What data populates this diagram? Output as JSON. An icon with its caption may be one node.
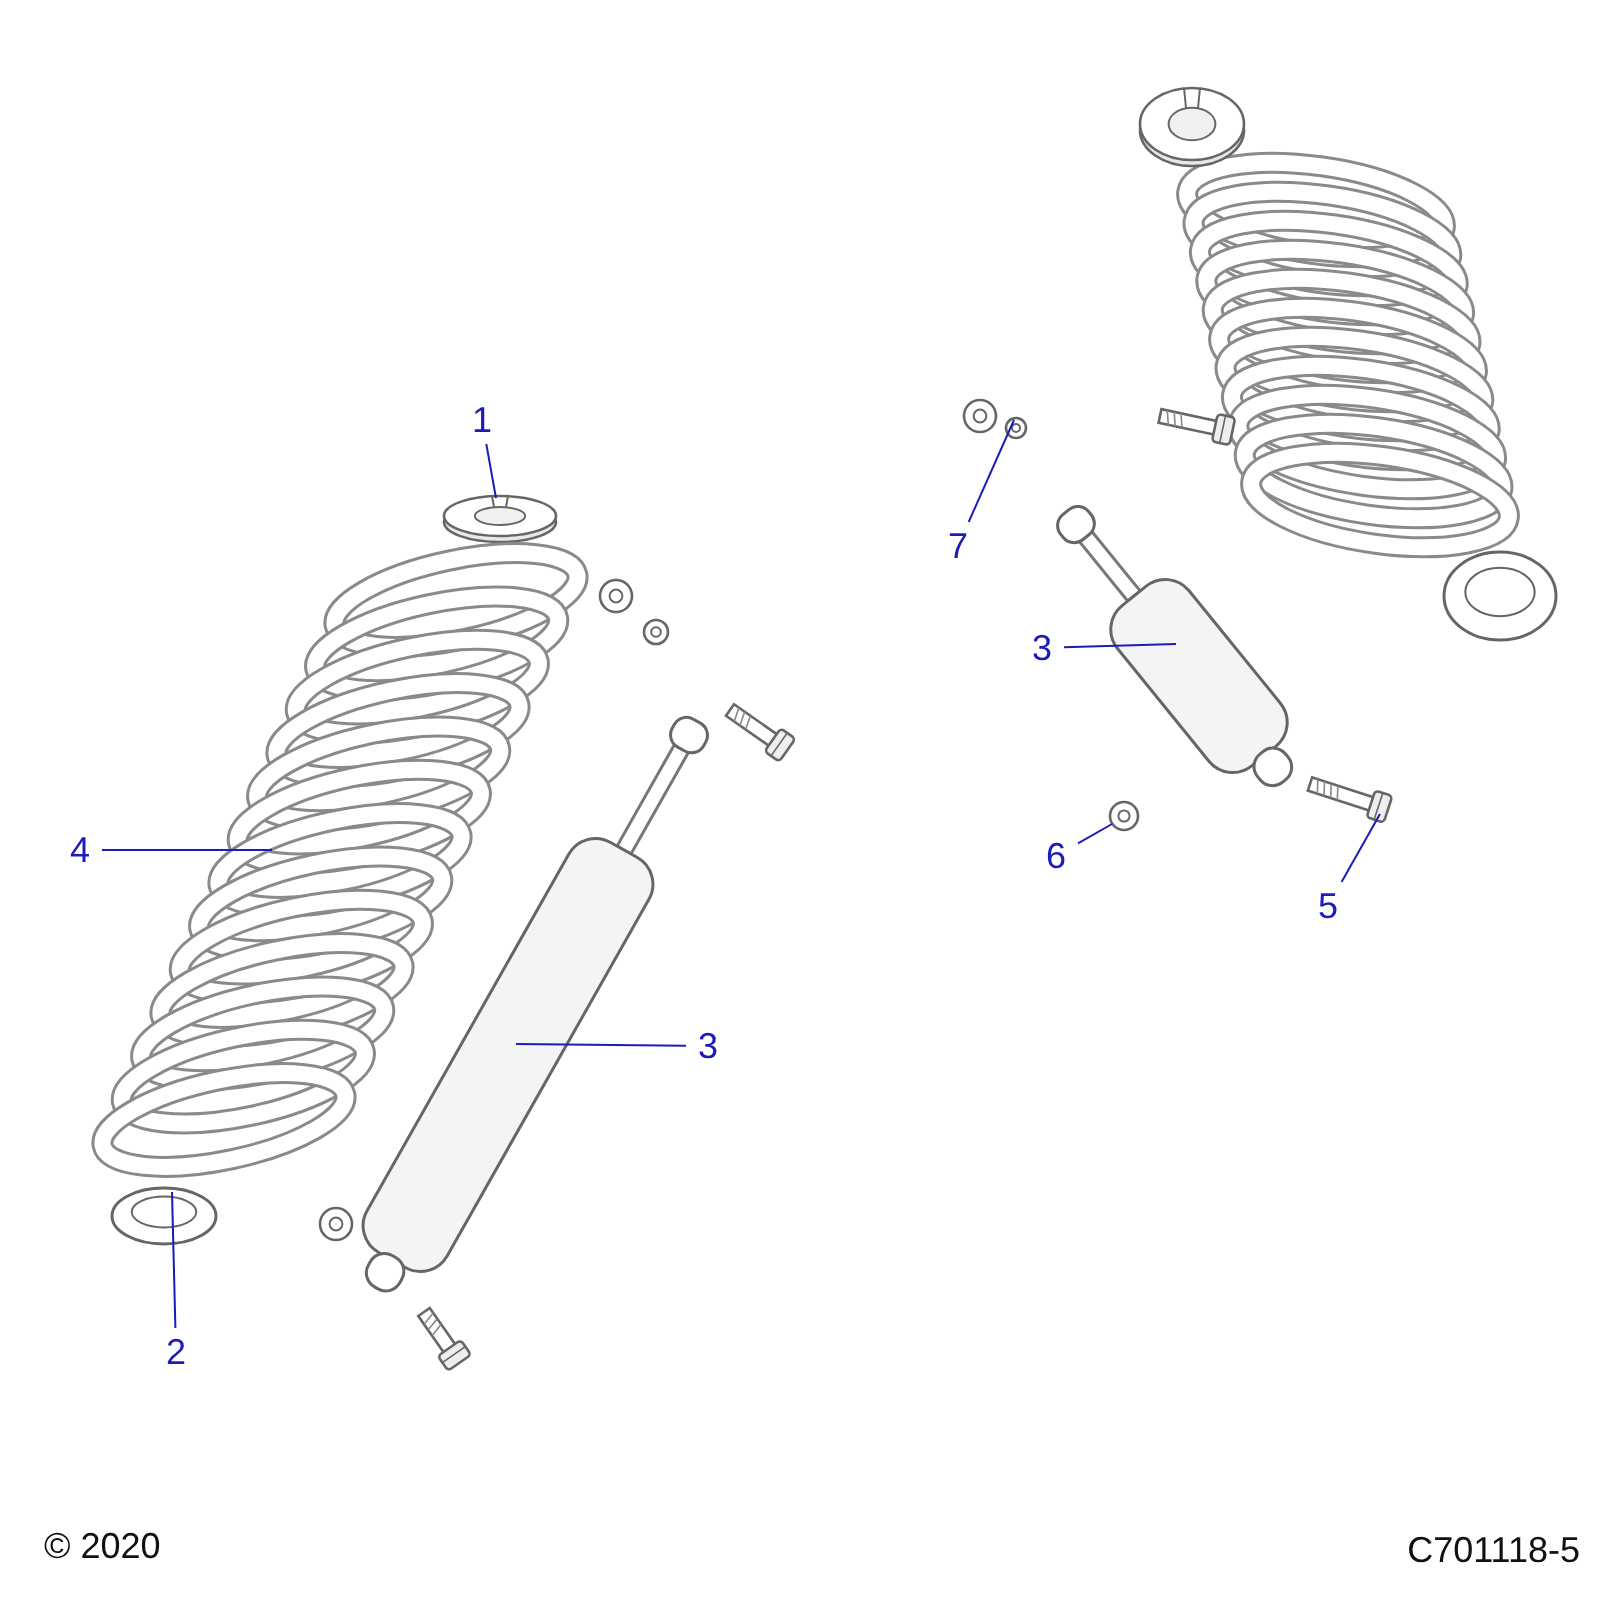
{
  "diagram": {
    "nodes": [
      {
        "text": [
          "1"
        ]
      },
      {
        "text": [
          "4"
        ]
      },
      {
        "text": [
          "3"
        ]
      },
      {
        "text": [
          "2"
        ]
      },
      {
        "text": [
          "3"
        ]
      },
      {
        "text": [
          "7"
        ]
      },
      {
        "text": [
          "6"
        ]
      },
      {
        "text": [
          "5"
        ]
      },
      {
        "text": [],
        "shape": "picture"
      },
      {
        "text": [],
        "shape": "picture"
      },
      {
        "text": [],
        "shape": "picture"
      },
      {
        "text": [],
        "shape": "picture"
      },
      {
        "text": [],
        "shape": "picture"
      },
      {
        "text": [],
        "shape": "picture"
      },
      {
        "text": [],
        "shape": "picture"
      },
      {
        "text": [],
        "shape": "picture"
      }
    ],
    "edges": [
      {
        "from": 0,
        "to": 8,
        "arrow": "none"
      },
      {
        "from": 1,
        "to": 9,
        "arrow": "none"
      },
      {
        "from": 2,
        "to": 10,
        "arrow": "none"
      },
      {
        "from": 3,
        "to": 11,
        "arrow": "none"
      },
      {
        "from": 4,
        "to": 12,
        "arrow": "none"
      },
      {
        "from": 5,
        "to": 13,
        "arrow": "none"
      },
      {
        "from": 6,
        "to": 14,
        "arrow": "none"
      },
      {
        "from": 7,
        "to": 15,
        "arrow": "none"
      }
    ],
    "labels": [
      "© 2020",
      "C701118-5"
    ]
  }
}
